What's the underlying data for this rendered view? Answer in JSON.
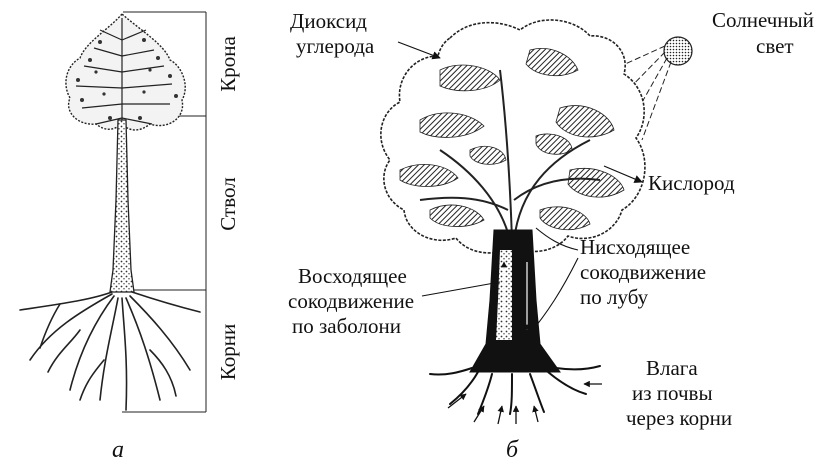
{
  "figure_a": {
    "zones": {
      "crown": "Крона",
      "trunk": "Ствол",
      "roots": "Корни"
    },
    "caption": "а"
  },
  "figure_b": {
    "labels": {
      "co2_line1": "Диоксид",
      "co2_line2": "углерода",
      "sun_line1": "Солнечный",
      "sun_line2": "свет",
      "oxygen": "Кислород",
      "down_line1": "Нисходящее",
      "down_line2": "сокодвижение",
      "down_line3": "по лубу",
      "up_line1": "Восходящее",
      "up_line2": "сокодвижение",
      "up_line3": "по заболони",
      "water_line1": "Влага",
      "water_line2": "из почвы",
      "water_line3": "через корни"
    },
    "caption": "б"
  }
}
